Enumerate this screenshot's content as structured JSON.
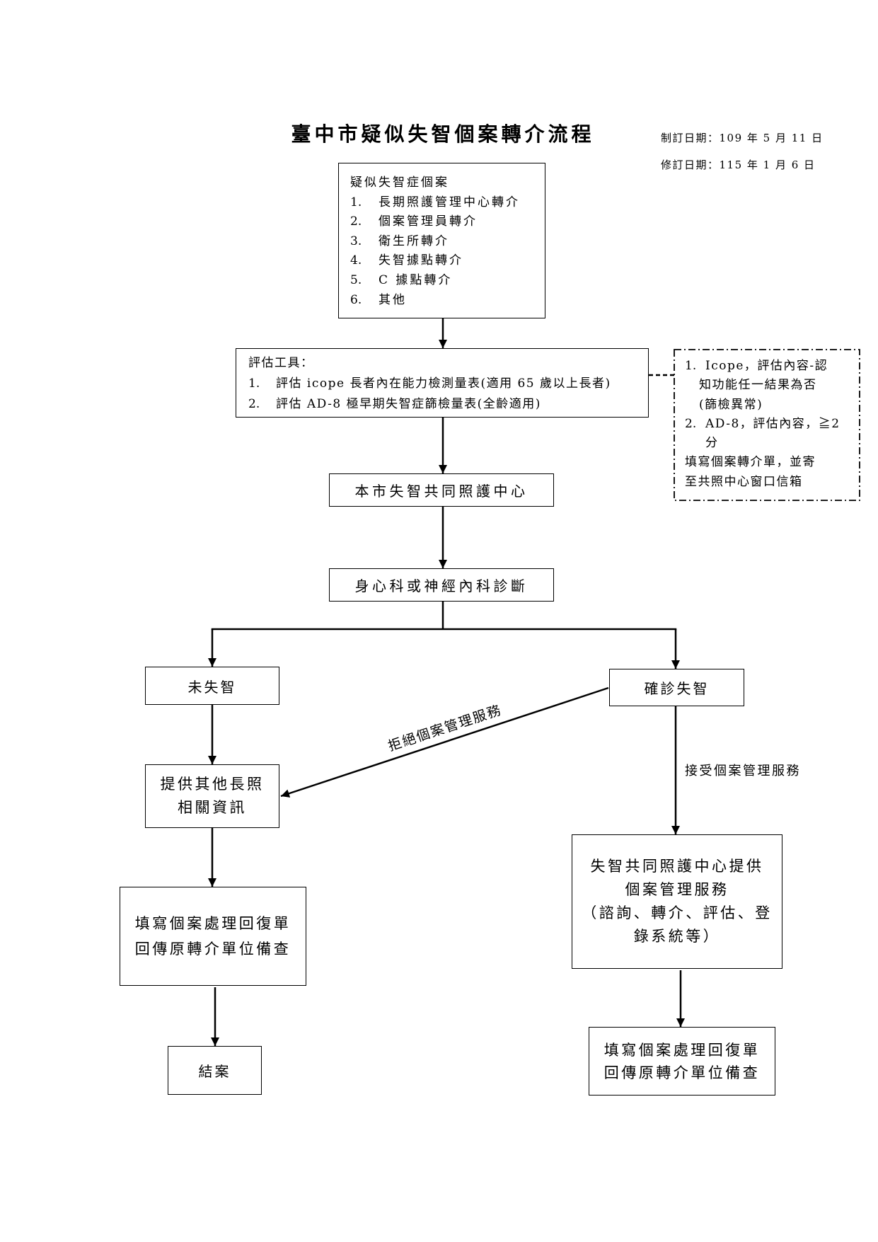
{
  "title": "臺中市疑似失智個案轉介流程",
  "dates": {
    "created": "制訂日期：109 年 5 月 11 日",
    "revised": "修訂日期：115 年 1 月 6 日"
  },
  "nodes": {
    "source": {
      "heading": "疑似失智症個案",
      "items": [
        {
          "num": "1.",
          "text": "長期照護管理中心轉介"
        },
        {
          "num": "2.",
          "text": "個案管理員轉介"
        },
        {
          "num": "3.",
          "text": "衛生所轉介"
        },
        {
          "num": "4.",
          "text": "失智據點轉介"
        },
        {
          "num": "5.",
          "text": "C 據點轉介"
        },
        {
          "num": "6.",
          "text": "其他"
        }
      ]
    },
    "assessment": {
      "heading": "評估工具：",
      "items": [
        {
          "num": "1.",
          "text": "評估 icope 長者內在能力檢測量表(適用 65 歲以上長者)"
        },
        {
          "num": "2.",
          "text": "評估 AD-8 極早期失智症篩檢量表(全齡適用)"
        }
      ]
    },
    "referral_criteria": {
      "items": [
        {
          "num": "1.",
          "lines": [
            "Icope，評估內容-認",
            "知功能任一結果為否",
            "(篩檢異常)"
          ]
        },
        {
          "num": "2.",
          "lines": [
            "AD-8，評估內容，≧2",
            "分"
          ]
        }
      ],
      "note": [
        "填寫個案轉介單，並寄",
        "至共照中心窗口信箱"
      ]
    },
    "care_center": "本市失智共同照護中心",
    "diagnosis": "身心科或神經內科診斷",
    "no_dementia": "未失智",
    "dementia_confirmed": "確診失智",
    "other_ltc_info": [
      "提供其他長照",
      "相關資訊"
    ],
    "reply_form_left": [
      "填寫個案處理回復單",
      "回傳原轉介單位備查"
    ],
    "case_closed": "結案",
    "case_management": [
      "失智共同照護中心提供",
      "個案管理服務",
      "（諮詢、轉介、評估、登",
      "錄系統等）"
    ],
    "reply_form_right": [
      "填寫個案處理回復單",
      "回傳原轉介單位備查"
    ]
  },
  "edge_labels": {
    "decline": "拒絕個案管理服務",
    "accept": "接受個案管理服務"
  }
}
